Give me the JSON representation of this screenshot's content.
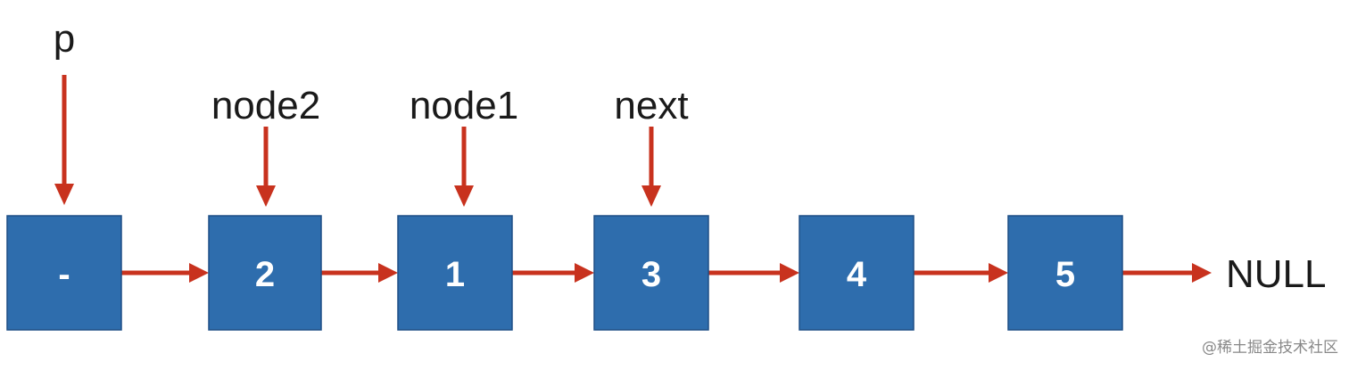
{
  "diagram": {
    "nodes": [
      {
        "id": "dummy",
        "label": "-"
      },
      {
        "id": "n2",
        "label": "2"
      },
      {
        "id": "n1",
        "label": "1"
      },
      {
        "id": "n3",
        "label": "3"
      },
      {
        "id": "n4",
        "label": "4"
      },
      {
        "id": "n5",
        "label": "5"
      }
    ],
    "terminal_label": "NULL",
    "pointers": [
      {
        "label": "p",
        "target": "dummy"
      },
      {
        "label": "node2",
        "target": "n2"
      },
      {
        "label": "node1",
        "target": "n1"
      },
      {
        "label": "next",
        "target": "n3"
      }
    ],
    "colors": {
      "node_fill": "#2e6dad",
      "arrow": "#c8321e"
    }
  },
  "watermark": "@稀土掘金技术社区"
}
